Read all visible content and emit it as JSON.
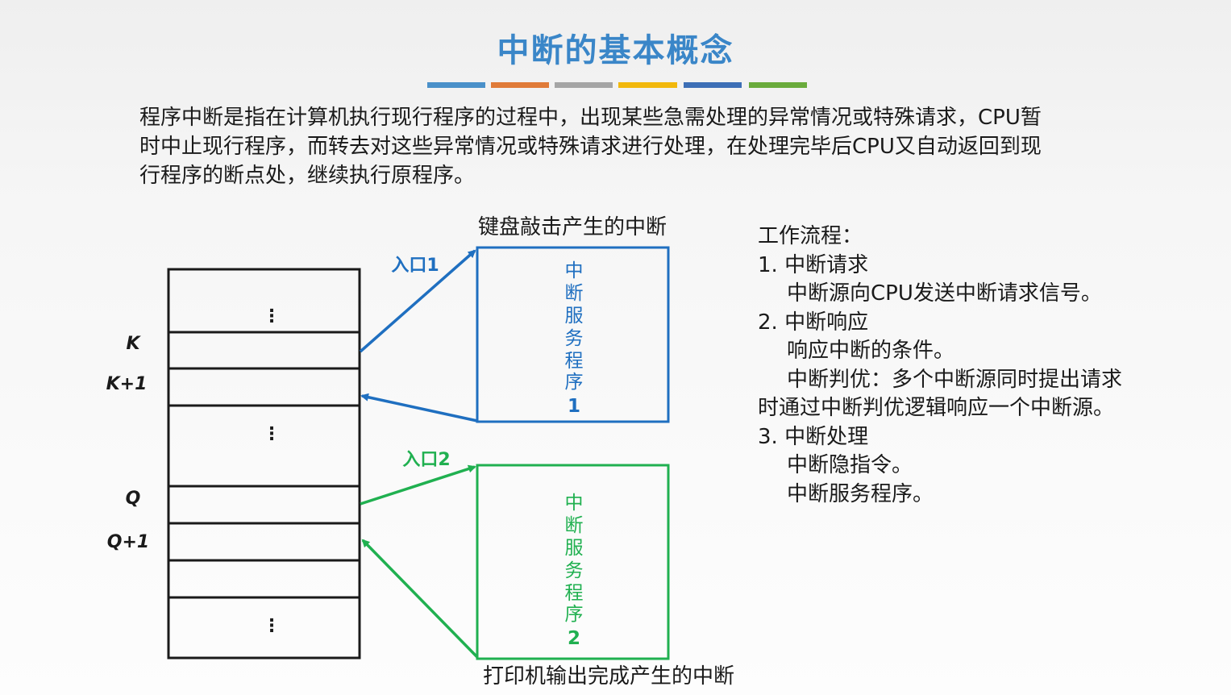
{
  "title": "中断的基本概念",
  "accent_colors": [
    "#4a90c9",
    "#e07b39",
    "#a5a5a5",
    "#f2b80c",
    "#3d6fb6",
    "#6aab3c"
  ],
  "intro": {
    "line1": "程序中断是指在计算机执行现行程序的过程中，出现某些急需处理的异常情况或特殊请求，CPU暂",
    "line2": "时中止现行程序，而转去对这些异常情况或特殊请求进行处理，在处理完毕后CPU又自动返回到现",
    "line3": "行程序的断点处，继续执行原程序。"
  },
  "diagram": {
    "top_caption": "键盘敲击产生的中断",
    "bottom_caption": "打印机输出完成产生的中断",
    "entry1": "入口1",
    "entry2": "入口2",
    "isr1_chars": [
      "中",
      "断",
      "服",
      "务",
      "程",
      "序",
      "1"
    ],
    "isr2_chars": [
      "中",
      "断",
      "服",
      "务",
      "程",
      "序",
      "2"
    ],
    "isr1_color": "#1f6fc0",
    "isr2_color": "#20b050",
    "row_labels": {
      "k": "K",
      "k1": "K+1",
      "q": "Q",
      "q1": "Q+1"
    },
    "ellipsis": "⋮"
  },
  "workflow": {
    "heading": "工作流程：",
    "step1_title": "1. 中断请求",
    "step1_line1": "中断源向CPU发送中断请求信号。",
    "step2_title": "2. 中断响应",
    "step2_line1": "响应中断的条件。",
    "step2_line2": "中断判优：多个中断源同时提出请求",
    "step2_line3": "时通过中断判优逻辑响应一个中断源。",
    "step3_title": "3. 中断处理",
    "step3_line1": "中断隐指令。",
    "step3_line2": "中断服务程序。"
  }
}
